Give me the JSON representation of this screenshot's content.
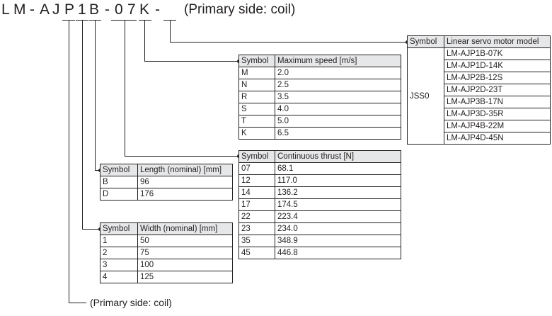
{
  "model_code": {
    "chars": [
      "L",
      "M",
      "-",
      "A",
      "J",
      "P",
      "1",
      "B",
      "-",
      "0",
      "7",
      "K",
      "-"
    ],
    "placeholder": "__",
    "suffix_note": "(Primary side: coil)"
  },
  "tables": {
    "model": {
      "headers": [
        "Symbol",
        "Linear servo motor model"
      ],
      "symbol": "JSS0",
      "models": [
        "LM-AJP1B-07K",
        "LM-AJP1D-14K",
        "LM-AJP2B-12S",
        "LM-AJP2D-23T",
        "LM-AJP3B-17N",
        "LM-AJP3D-35R",
        "LM-AJP4B-22M",
        "LM-AJP4D-45N"
      ]
    },
    "speed": {
      "headers": [
        "Symbol",
        "Maximum speed [m/s]"
      ],
      "rows": [
        [
          "M",
          "2.0"
        ],
        [
          "N",
          "2.5"
        ],
        [
          "R",
          "3.5"
        ],
        [
          "S",
          "4.0"
        ],
        [
          "T",
          "5.0"
        ],
        [
          "K",
          "6.5"
        ]
      ]
    },
    "thrust": {
      "headers": [
        "Symbol",
        "Continuous thrust [N]"
      ],
      "rows": [
        [
          "07",
          "68.1"
        ],
        [
          "12",
          "117.0"
        ],
        [
          "14",
          "136.2"
        ],
        [
          "17",
          "174.5"
        ],
        [
          "22",
          "223.4"
        ],
        [
          "23",
          "234.0"
        ],
        [
          "35",
          "348.9"
        ],
        [
          "45",
          "446.8"
        ]
      ]
    },
    "length": {
      "headers": [
        "Symbol",
        "Length (nominal) [mm]"
      ],
      "rows": [
        [
          "B",
          "96"
        ],
        [
          "D",
          "176"
        ]
      ]
    },
    "width": {
      "headers": [
        "Symbol",
        "Width (nominal) [mm]"
      ],
      "rows": [
        [
          "1",
          "50"
        ],
        [
          "2",
          "75"
        ],
        [
          "3",
          "100"
        ],
        [
          "4",
          "125"
        ]
      ]
    }
  },
  "bottom_note": "(Primary side: coil)"
}
